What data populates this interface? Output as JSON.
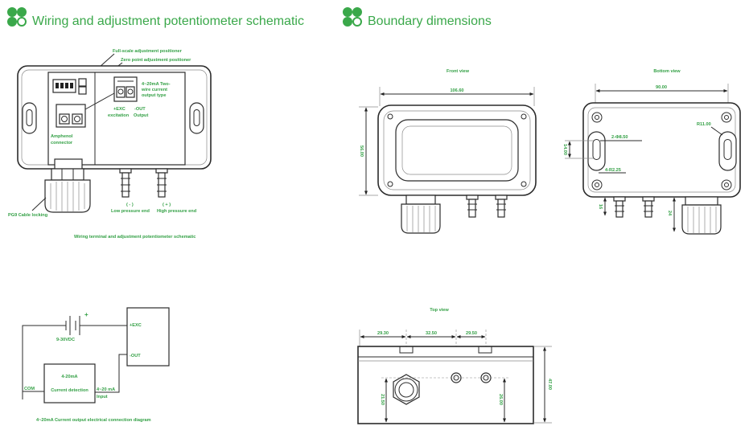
{
  "headers": {
    "left_title": "Wiring and adjustment potentiometer schematic",
    "right_title": "Boundary dimensions",
    "icon": "clover-icon"
  },
  "wiring": {
    "full_scale": "Full-scale adjustment positioner",
    "zero_point": "Zero point adjustment positioner",
    "output_type": [
      "4~20mA Two-",
      "wire current",
      "output type"
    ],
    "exc": [
      "+EXC",
      "excitation"
    ],
    "out": [
      "-OUT",
      "Output"
    ],
    "amphenol": [
      "Amphenol",
      "connector"
    ],
    "pg9": "PG9 Cable locking",
    "low_sign": "( - )",
    "low": "Low pressure end",
    "high_sign": "( + )",
    "high": "High pressure end",
    "caption": "Wiring terminal and adjustment potentiometer schematic"
  },
  "circuit": {
    "plus": "+",
    "supply": "9-30VDC",
    "exc": "+EXC",
    "out": "-OUT",
    "detector": [
      "4-20mA",
      "Current detection"
    ],
    "com": "COM",
    "input": [
      "4~20 mA",
      "Input"
    ],
    "caption": "4~20mA Current output electrical connection diagram"
  },
  "dimensions": {
    "front": {
      "label": "Front view",
      "width": "106.60",
      "height": "56.00"
    },
    "bottom": {
      "label": "Bottom view",
      "width": "90.00",
      "radius": "R11.00",
      "holes": "2-Φ8.50",
      "hole_span": "14.00",
      "corner": "4-R2.25",
      "nozzle": "16",
      "gland": "24"
    },
    "top": {
      "label": "Top view",
      "d1": "29.30",
      "d2": "32.50",
      "d3": "29.50",
      "depth": "47.00",
      "gland_height": "21.50",
      "nozzle_height": "26.00"
    }
  },
  "colors": {
    "accent": "#3aa84a",
    "text": "#33a045",
    "line": "#2b2b2b"
  }
}
